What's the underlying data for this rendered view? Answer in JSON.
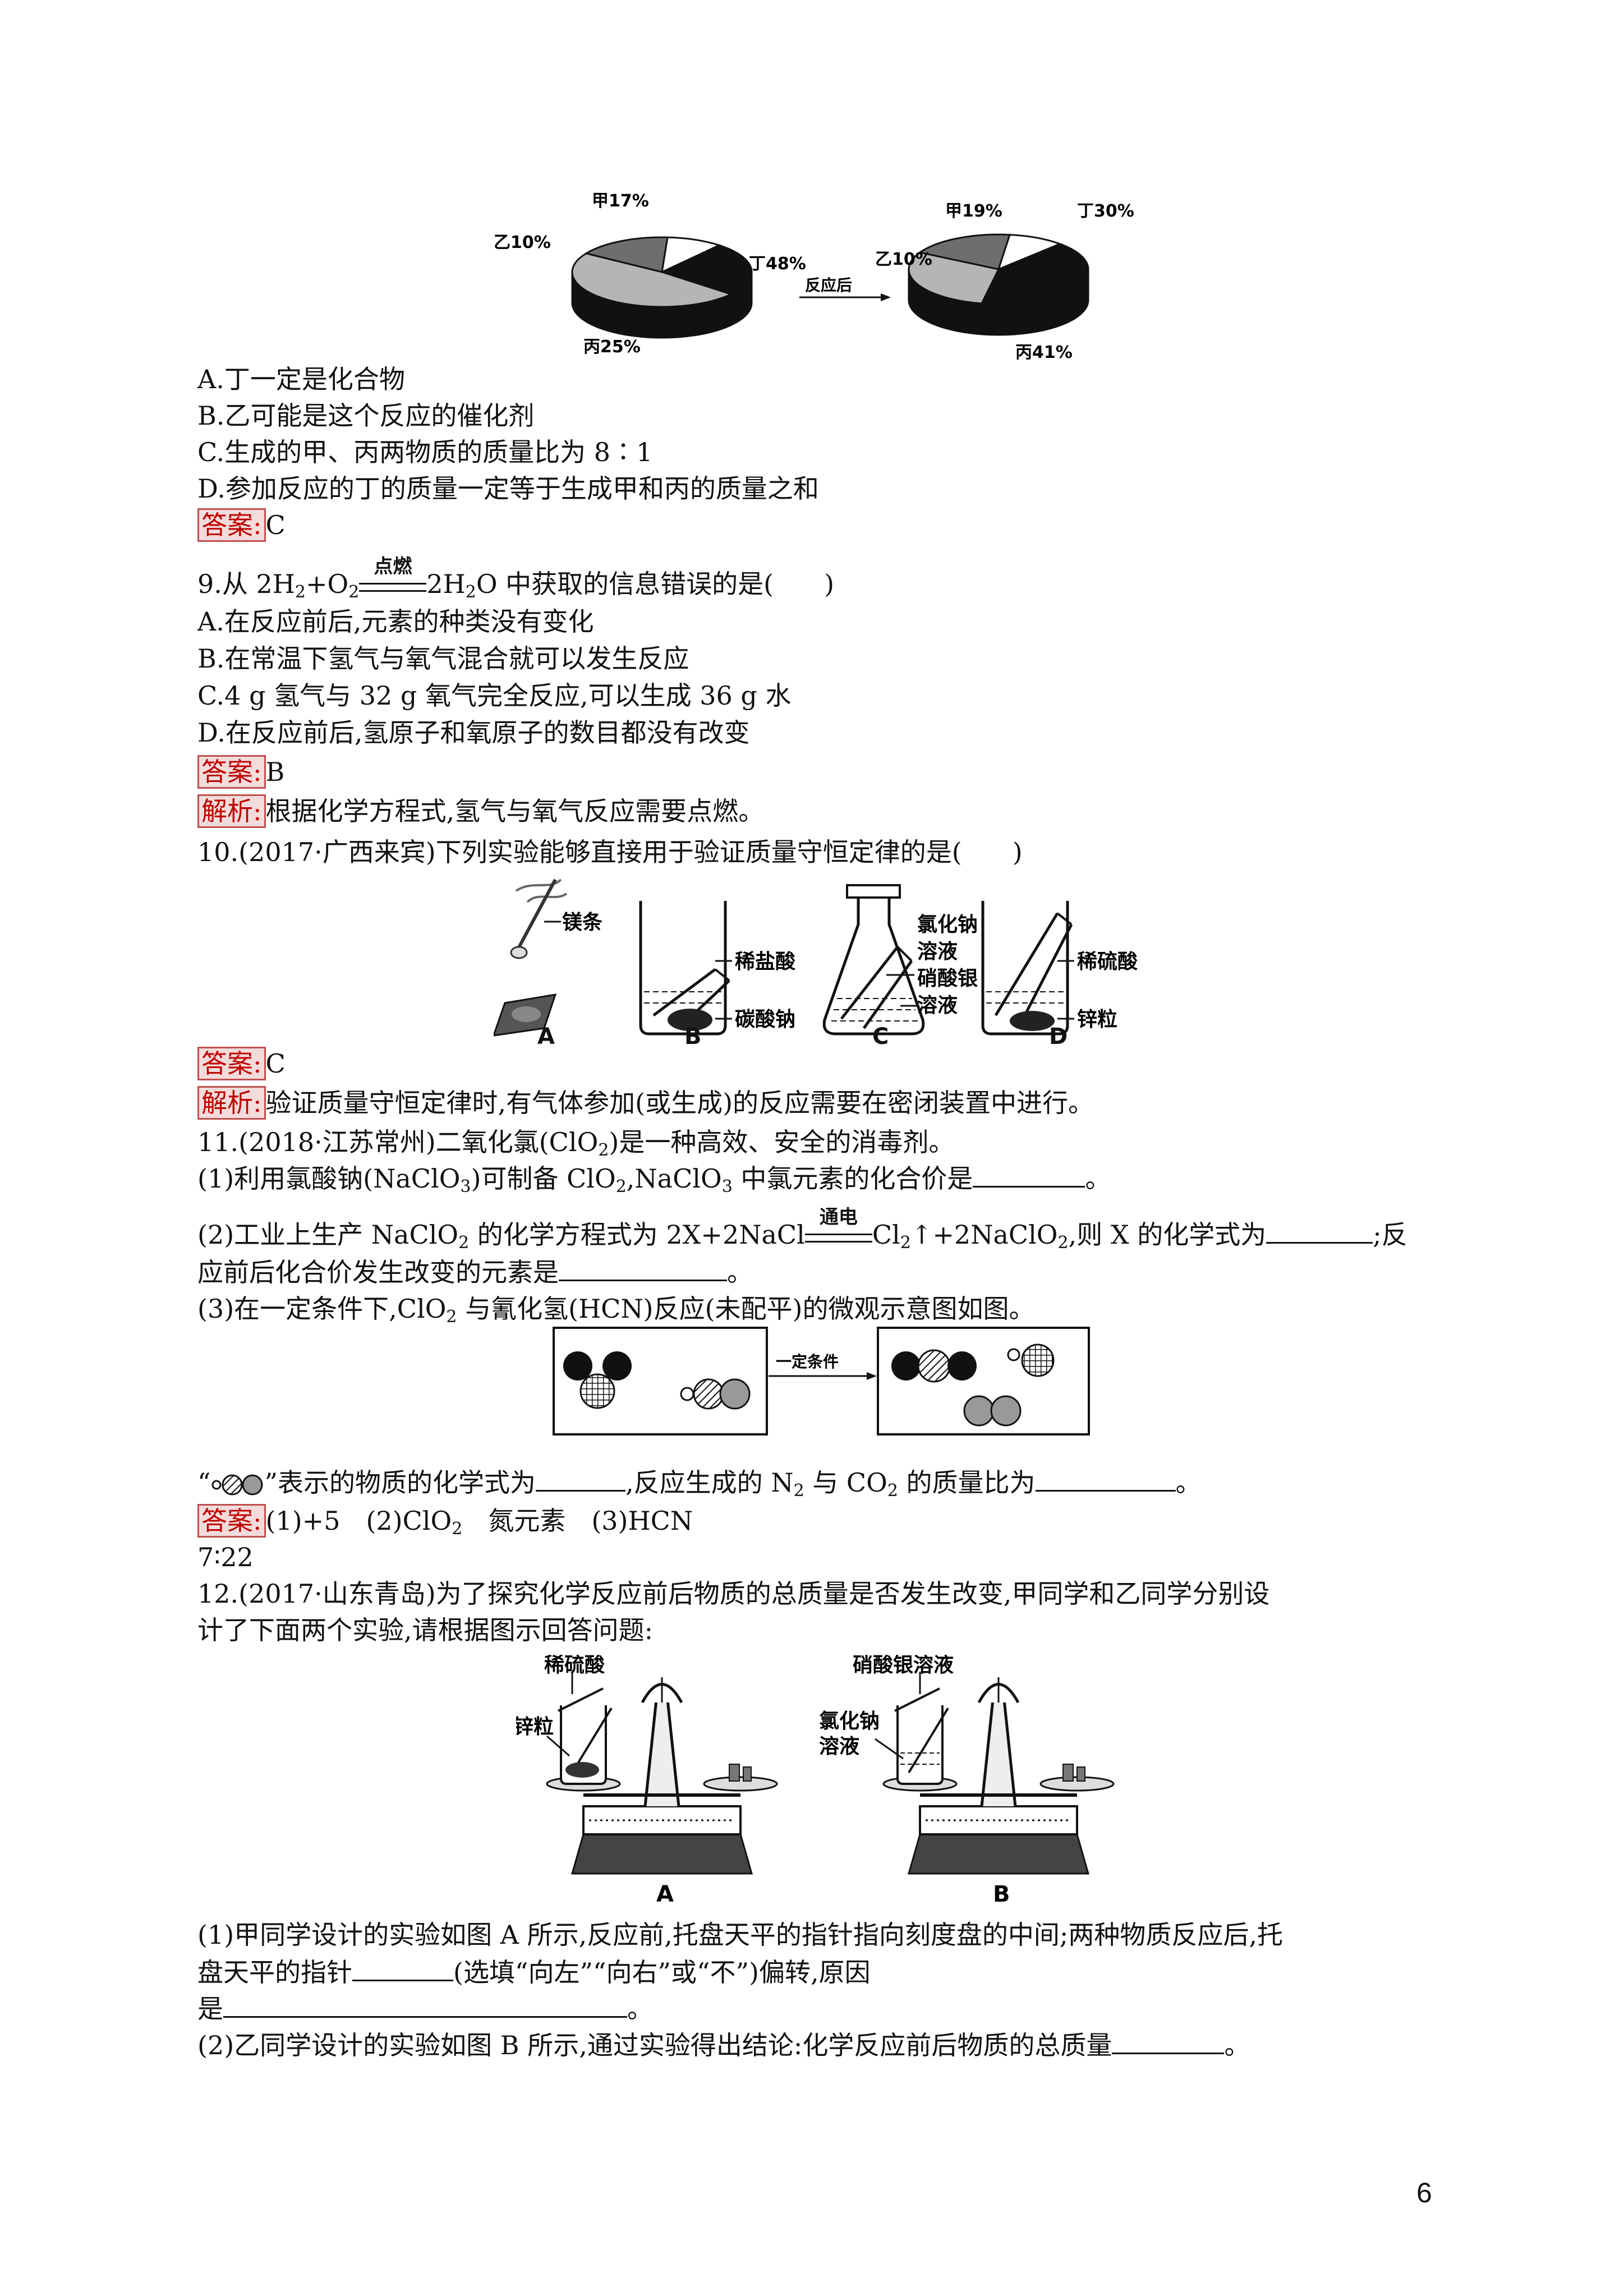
{
  "chart_data": [
    {
      "type": "pie",
      "title": "",
      "categories": [
        "甲",
        "乙",
        "丙",
        "丁"
      ],
      "values": [
        17,
        10,
        25,
        48
      ],
      "labels": [
        "甲17%",
        "乙10%",
        "丙25%",
        "丁48%"
      ],
      "colors": [
        "#6e6e6e",
        "#ffffff",
        "#111111",
        "#b5b5b5"
      ]
    },
    {
      "type": "pie",
      "title": "",
      "categories": [
        "甲",
        "乙",
        "丙",
        "丁"
      ],
      "values": [
        19,
        10,
        41,
        30
      ],
      "labels": [
        "甲19%",
        "乙10%",
        "丙41%",
        "丁30%"
      ],
      "colors": [
        "#6e6e6e",
        "#ffffff",
        "#111111",
        "#b5b5b5"
      ]
    }
  ],
  "pie_arrow_label": "反应后",
  "q8": {
    "options": [
      "A.丁一定是化合物",
      "B.乙可能是这个反应的催化剂",
      "C.生成的甲、丙两物质的质量比为 8∶1",
      "D.参加反应的丁的质量一定等于生成甲和丙的质量之和"
    ],
    "answer_tag": "答案:",
    "answer": "C"
  },
  "q9": {
    "stem_pre": "9.从 2H",
    "sub1": "2",
    "plus": "+O",
    "sub2": "2",
    "condition": "点燃",
    "product": "2H",
    "sub3": "2",
    "stem_post": "O 中获取的信息错误的是(",
    "stem_end": ")",
    "options": [
      "A.在反应前后,元素的种类没有变化",
      "B.在常温下氢气与氧气混合就可以发生反应",
      "C.4 g 氢气与 32 g 氧气完全反应,可以生成 36 g 水",
      "D.在反应前后,氢原子和氧原子的数目都没有改变"
    ],
    "answer_tag": "答案:",
    "answer": "B",
    "analysis_tag": "解析:",
    "analysis": "根据化学方程式,氢气与氧气反应需要点燃。"
  },
  "q10": {
    "stem": "10.(2017·广西来宾)下列实验能够直接用于验证质量守恒定律的是(",
    "stem_end": ")",
    "fig": {
      "a_label": "镁条",
      "b_labels": [
        "稀盐酸",
        "碳酸钠"
      ],
      "c_labels": [
        "氯化钠",
        "溶液",
        "硝酸银",
        "溶液"
      ],
      "d_labels": [
        "稀硫酸",
        "锌粒"
      ],
      "captions": [
        "A",
        "B",
        "C",
        "D"
      ]
    },
    "answer_tag": "答案:",
    "answer": "C",
    "analysis_tag": "解析:",
    "analysis": "验证质量守恒定律时,有气体参加(或生成)的反应需要在密闭装置中进行。"
  },
  "q11": {
    "stem_pre": "11.(2018·江苏常州)二氧化氯(ClO",
    "stem_sub": "2",
    "stem_post": ")是一种高效、安全的消毒剂。",
    "p1_a": "(1)利用氯酸钠(NaClO",
    "p1_sub1": "3",
    "p1_b": ")可制备 ClO",
    "p1_sub2": "2",
    "p1_c": ",NaClO",
    "p1_sub3": "3",
    "p1_d": " 中氯元素的化合价是",
    "p1_end": "。",
    "p2_a": "(2)工业上生产 NaClO",
    "p2_sub1": "2",
    "p2_b": " 的化学方程式为 2X+2NaCl",
    "p2_condition": "通电",
    "p2_c": "Cl",
    "p2_sub2": "2",
    "p2_d": "↑+2NaClO",
    "p2_sub3": "2",
    "p2_e": ",则 X 的化学式为",
    "p2_f": ";反",
    "p2_line2": "应前后化合价发生改变的元素是",
    "p2_end": "。",
    "p3_a": "(3)在一定条件下,ClO",
    "p3_sub": "2",
    "p3_b": " 与氰化氢(HCN)反应(未配平)的微观示意图如图。",
    "fig_arrow_label": "一定条件",
    "p4_quote_open": "“",
    "p4_a": "”表示的物质的化学式为",
    "p4_b": ",反应生成的 N",
    "p4_sub1": "2",
    "p4_c": " 与 CO",
    "p4_sub2": "2",
    "p4_d": " 的质量比为",
    "p4_end": "。",
    "answer_tag": "答案:",
    "answer_line1_a": "(1)+5　(2)ClO",
    "answer_sub": "2",
    "answer_line1_b": "　氮元素　(3)HCN",
    "answer_line2": "7∶22"
  },
  "q12": {
    "stem_line1": "12.(2017·山东青岛)为了探究化学反应前后物质的总质量是否发生改变,甲同学和乙同学分别设",
    "stem_line2": "计了下面两个实验,请根据图示回答问题:",
    "fig": {
      "a_top": "稀硫酸",
      "a_side": "锌粒",
      "b_top": "硝酸银溶液",
      "b_side": [
        "氯化钠",
        "溶液"
      ],
      "captions": [
        "A",
        "B"
      ]
    },
    "p1_line1": "(1)甲同学设计的实验如图 A 所示,反应前,托盘天平的指针指向刻度盘的中间;两种物质反应后,托",
    "p1_line2_a": "盘天平的指针",
    "p1_line2_b": "(选填“向左”“向右”或“不”)偏转,原因",
    "p1_line3_a": "是",
    "p1_line3_end": "。",
    "p2_a": "(2)乙同学设计的实验如图 B 所示,通过实验得出结论:化学反应前后物质的总质量",
    "p2_end": "。"
  },
  "page_number": "6"
}
